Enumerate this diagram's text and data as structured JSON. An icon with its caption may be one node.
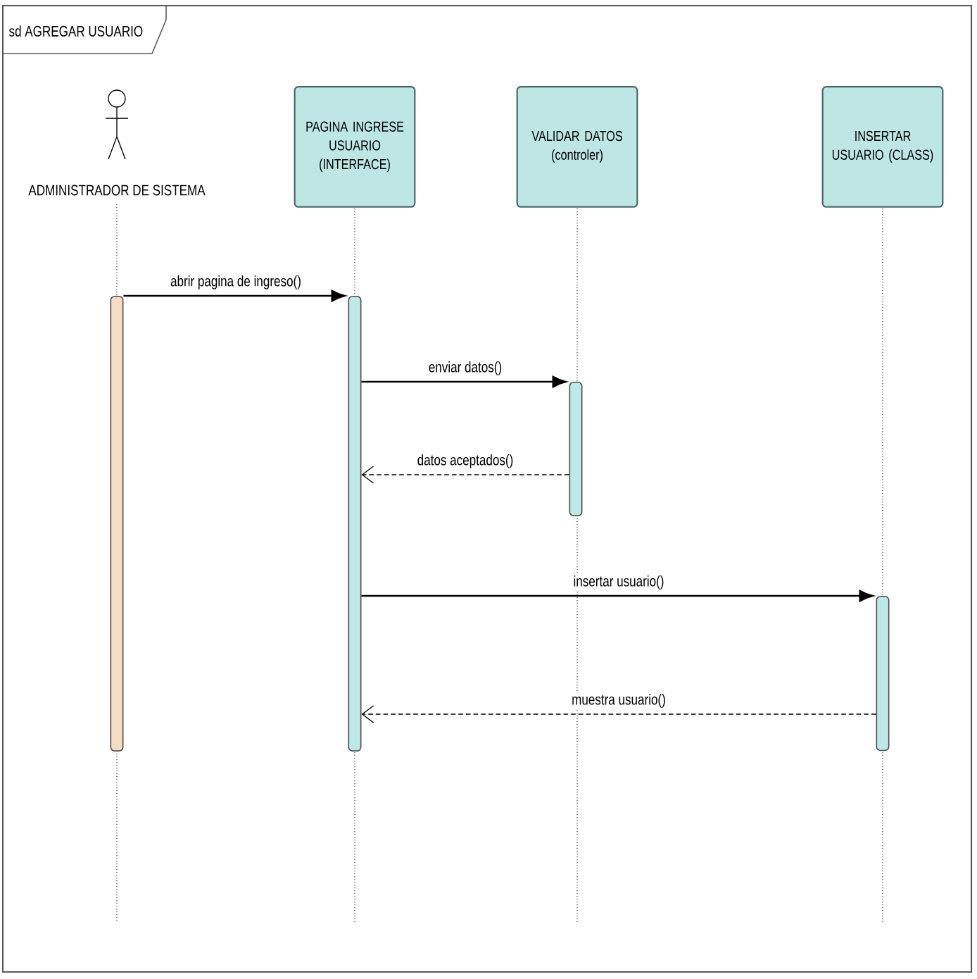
{
  "diagram": {
    "title": "sd AGREGAR USUARIO",
    "nodes": [
      {
        "text": [
          "ADMINISTRADOR DE SISTEMA"
        ]
      },
      {
        "text": [
          "PAGINA INGRESE USUARIO (INTERFACE)"
        ]
      },
      {
        "text": [
          "VALIDAR DATOS (controler)"
        ]
      },
      {
        "text": [
          "INSERTAR USUARIO (CLASS)"
        ]
      },
      {
        "text": [],
        "shape": "bar"
      },
      {
        "text": [],
        "shape": "bar"
      },
      {
        "text": [],
        "shape": "bar"
      },
      {
        "text": [],
        "shape": "bar"
      }
    ],
    "edges": [
      {
        "from": 4,
        "to": 5,
        "arrow": "to",
        "label": "abrir pagina de ingreso()"
      },
      {
        "from": 5,
        "to": 6,
        "arrow": "to",
        "label": "enviar datos()"
      },
      {
        "from": 6,
        "to": 5,
        "arrow": "to",
        "label": "datos  aceptados()",
        "style": "dashed"
      },
      {
        "from": 5,
        "to": 7,
        "arrow": "to",
        "label": "insertar usuario()"
      },
      {
        "from": 7,
        "to": 5,
        "arrow": "to",
        "label": "muestra usuario()",
        "style": "dashed"
      }
    ]
  }
}
